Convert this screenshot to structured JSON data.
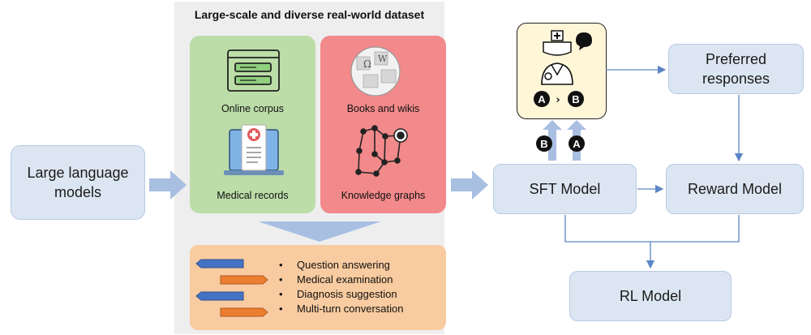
{
  "dataset_panel": {
    "title": "Large-scale and diverse real-world dataset",
    "sources": {
      "online_corpus": "Online corpus",
      "medical_records": "Medical records",
      "books_and_wikis": "Books and wikis",
      "knowledge_graphs": "Knowledge graphs"
    },
    "tasks": [
      "Question answering",
      "Medical examination",
      "Diagnosis suggestion",
      "Multi-turn conversation"
    ]
  },
  "nodes": {
    "llm": "Large language models",
    "sft_model": "SFT Model",
    "reward_model": "Reward Model",
    "preferred_responses": "Preferred responses",
    "rl_model": "RL Model"
  },
  "preference": {
    "option_a": "A",
    "option_b": "B",
    "comparator": "›"
  },
  "colors": {
    "node_fill": "#dce6f2",
    "arrow_blue": "#8faadc",
    "green_panel": "#bcdca8",
    "red_panel": "#f2898a",
    "task_panel": "#f8cba0",
    "doctor_box": "#fff6d8"
  }
}
